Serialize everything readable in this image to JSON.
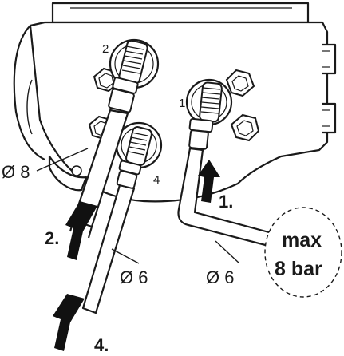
{
  "diagram": {
    "port_labels": {
      "p1": "1",
      "p2": "2",
      "p4": "4"
    },
    "step_labels": {
      "s1": "1.",
      "s2": "2.",
      "s4": "4."
    },
    "diameter_labels": {
      "d8": "Ø 8",
      "d6_middle": "Ø 6",
      "d6_right": "Ø 6"
    },
    "pressure_callout": {
      "line1": "max",
      "line2": "8 bar"
    },
    "colors": {
      "line": "#1a1a1a",
      "housing_fill": "#ffffff",
      "arrow": "#111111"
    }
  }
}
